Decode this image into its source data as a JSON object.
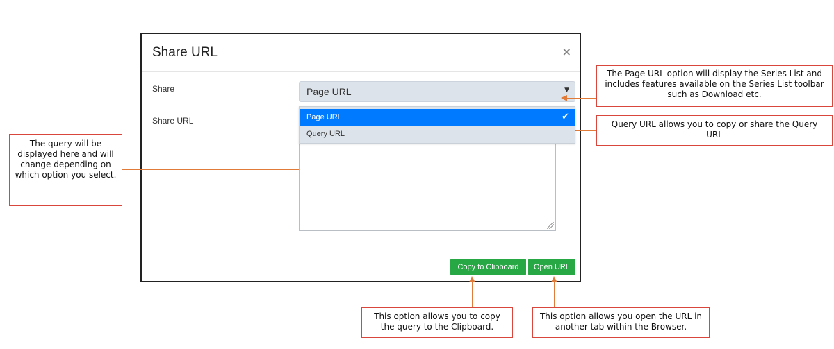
{
  "modal": {
    "title": "Share URL",
    "close_symbol": "×",
    "share_label": "Share",
    "share_url_label": "Share URL",
    "select": {
      "value": "Page URL",
      "caret": "▼"
    },
    "options": [
      {
        "label": "Page URL",
        "selected": true,
        "check": "✔"
      },
      {
        "label": "Query URL",
        "selected": false
      }
    ],
    "buttons": {
      "copy": "Copy to Clipboard",
      "open": "Open URL"
    }
  },
  "callouts": {
    "page_url": "The Page URL option will display the Series List  and includes features available on the Series List toolbar such as Download etc.",
    "query_url": "Query URL allows you to copy or share the Query URL",
    "query_display": "The query will be displayed here and will change depending on which option you select.",
    "copy": "This option allows you to copy the query to the Clipboard.",
    "open": "This option allows you open the URL in another tab within the Browser."
  },
  "colors": {
    "accent_blue": "#007bff",
    "button_green": "#28a745",
    "arrow_orange": "#e07b39",
    "callout_border": "#d9463b"
  }
}
